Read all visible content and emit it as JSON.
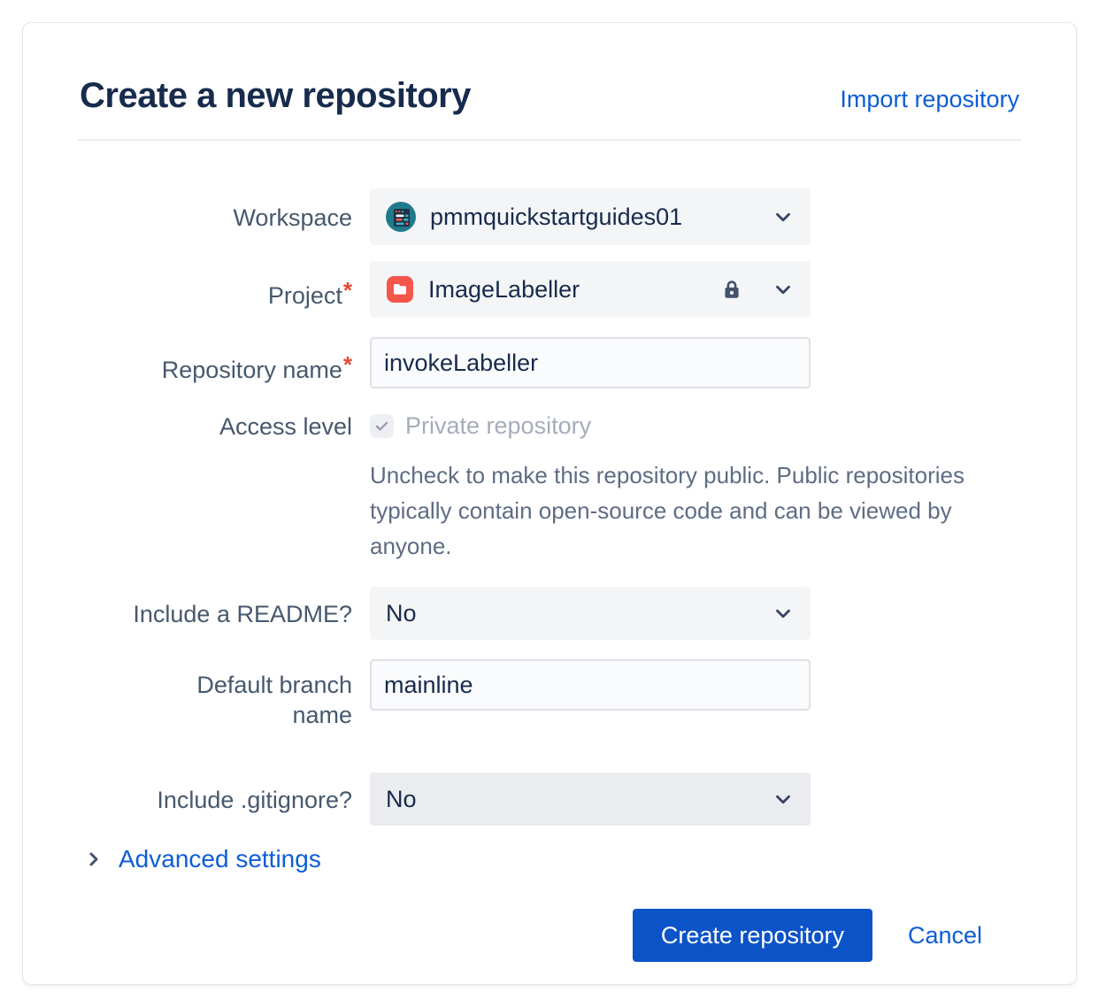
{
  "header": {
    "title": "Create a new repository",
    "import_link": "Import repository"
  },
  "form": {
    "workspace": {
      "label": "Workspace",
      "value": "pmmquickstartguides01"
    },
    "project": {
      "label": "Project",
      "required_marker": "*",
      "value": "ImageLabeller"
    },
    "repository_name": {
      "label": "Repository name",
      "required_marker": "*",
      "value": "invokeLabeller"
    },
    "access_level": {
      "label": "Access level",
      "checkbox_label": "Private repository",
      "checkbox_checked": true,
      "help_text": "Uncheck to make this repository public. Public repositories typically contain open-source code and can be viewed by anyone."
    },
    "include_readme": {
      "label": "Include a README?",
      "value": "No"
    },
    "default_branch": {
      "label": "Default branch\nname",
      "value": "mainline"
    },
    "include_gitignore": {
      "label": "Include .gitignore?",
      "value": "No"
    },
    "advanced_settings_label": "Advanced settings"
  },
  "actions": {
    "create_label": "Create repository",
    "cancel_label": "Cancel"
  },
  "colors": {
    "link_blue": "#0C5DD6",
    "button_blue": "#0C53C8",
    "title_navy": "#172B4D",
    "required_red": "#E34935",
    "workspace_avatar_teal": "#1F7A8C",
    "project_avatar_red": "#F5564B",
    "disabled_text": "#A5ADBA"
  }
}
